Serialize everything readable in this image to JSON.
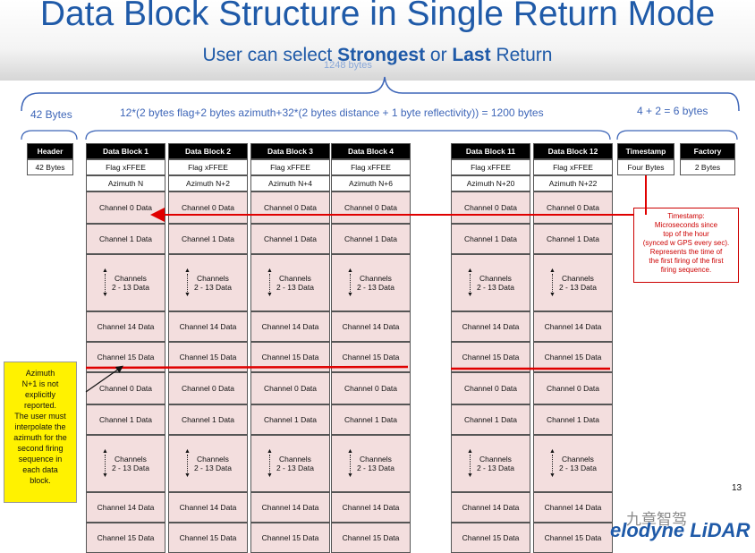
{
  "title": "Data Block Structure in Single Return Mode",
  "subtitle": {
    "prefix": "User can select ",
    "strongest": "Strongest",
    "mid": " or ",
    "last": "Last",
    "suffix": " Return"
  },
  "ghost_label": "1248 bytes",
  "bytes_left": "42 Bytes",
  "formula": "12*(2 bytes flag+2 bytes azimuth+32*(2 bytes distance + 1 byte reflectivity)) = 1200 bytes",
  "bytes_right": "4 + 2 = 6  bytes",
  "header_col": {
    "title": "Header",
    "value": "42 Bytes"
  },
  "blocks": [
    {
      "title": "Data Block 1",
      "flag": "Flag xFFEE",
      "azimuth": "Azimuth N"
    },
    {
      "title": "Data Block 2",
      "flag": "Flag xFFEE",
      "azimuth": "Azimuth N+2"
    },
    {
      "title": "Data Block 3",
      "flag": "Flag xFFEE",
      "azimuth": "Azimuth N+4"
    },
    {
      "title": "Data Block 4",
      "flag": "Flag xFFEE",
      "azimuth": "Azimuth N+6"
    },
    {
      "title": "Data Block 11",
      "flag": "Flag xFFEE",
      "azimuth": "Azimuth N+20"
    },
    {
      "title": "Data Block 12",
      "flag": "Flag xFFEE",
      "azimuth": "Azimuth N+22"
    }
  ],
  "channels": {
    "ch0": "Channel 0 Data",
    "ch1": "Channel 1 Data",
    "range": "Channels\n2 - 13 Data",
    "ch14": "Channel 14 Data",
    "ch15": "Channel 15 Data"
  },
  "timestamp_col": {
    "title": "Timestamp",
    "value": "Four Bytes"
  },
  "factory_col": {
    "title": "Factory",
    "value": "2 Bytes"
  },
  "timestamp_note": "Timestamp:\nMicroseconds since\ntop of the hour\n(synced w GPS every sec).\nRepresents the time of\nthe first firing of the first\nfiring sequence.",
  "azimuth_note": "Azimuth\nN+1 is not\nexplicitly\nreported.\nThe user must\ninterpolate the\nazimuth for the\nsecond firing\nsequence in\neach data\nblock.",
  "page_number": "13",
  "logo": "elodyne LiDAR",
  "watermark": "九章智驾",
  "colors": {
    "title_blue": "#1f5aa8",
    "red": "#e00000",
    "cell_pink": "#f3dede",
    "note_yellow": "#fff200"
  }
}
